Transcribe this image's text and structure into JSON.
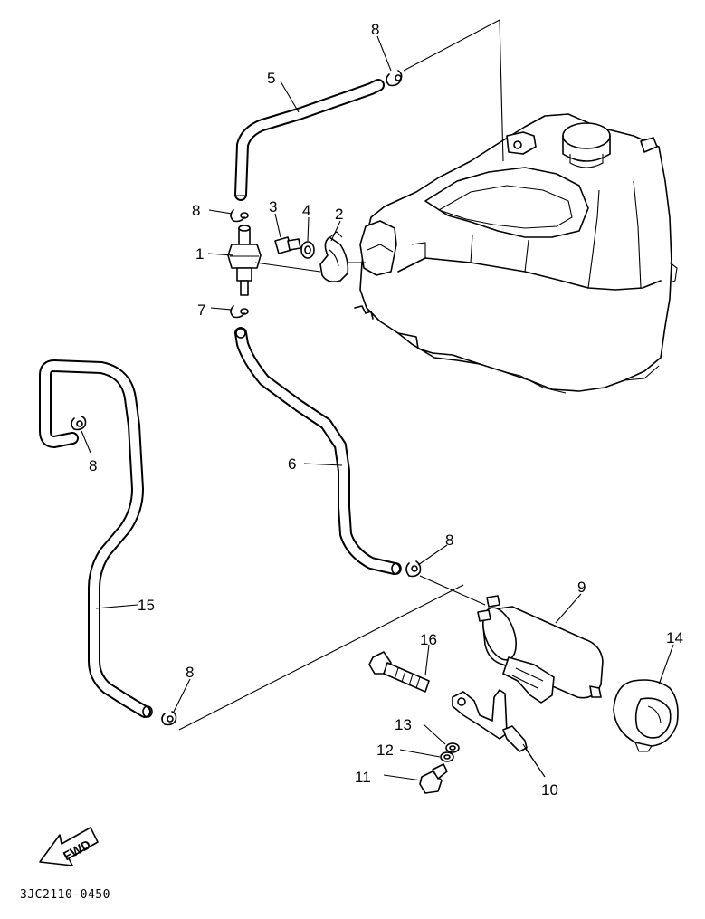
{
  "labels": {
    "p1": "1",
    "p2": "2",
    "p3": "3",
    "p4": "4",
    "p5": "5",
    "p6": "6",
    "p7": "7",
    "p8a": "8",
    "p8b": "8",
    "p8c": "8",
    "p8d": "8",
    "p8e": "8",
    "p9": "9",
    "p10": "10",
    "p11": "11",
    "p12": "12",
    "p13": "13",
    "p14": "14",
    "p15": "15",
    "p16": "16"
  },
  "fwd_label": "FWD",
  "diagram_code": "3JC2110-0450"
}
